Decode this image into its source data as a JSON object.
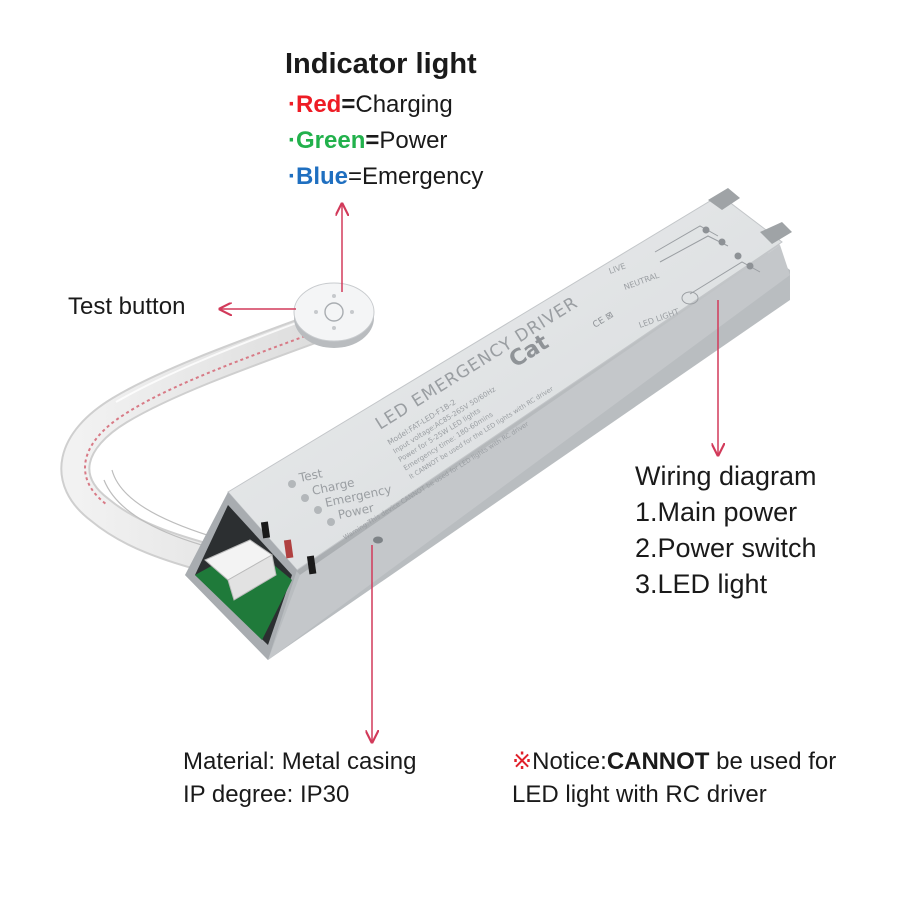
{
  "indicator": {
    "title": "Indicator light",
    "items": [
      {
        "bullet": "·",
        "color_word": "Red",
        "sep": "=",
        "meaning": "Charging",
        "color": "#ee1c25"
      },
      {
        "bullet": "·",
        "color_word": "Green",
        "sep": "=",
        "meaning": "Power",
        "color": "#22b14c"
      },
      {
        "bullet": "·",
        "color_word": "Blue",
        "sep": "=",
        "meaning": "Emergency",
        "color": "#1f6fc0"
      }
    ]
  },
  "test_button": {
    "label": "Test button"
  },
  "wiring": {
    "title": "Wiring diagram",
    "items": [
      "1.Main power",
      "2.Power switch",
      "3.LED light"
    ]
  },
  "material": {
    "line1": "Material: Metal casing",
    "line2": "IP degree: IP30"
  },
  "notice": {
    "mark": "※",
    "prefix": "Notice:",
    "strong": "CANNOT",
    "rest1": " be used for",
    "line2": "LED light with RC driver"
  },
  "device": {
    "brand": "Cat",
    "product_name": "LED EMERGENCY DRIVER",
    "model": "Model:FAT-LED-F1B-2",
    "specs": [
      "Input voltage:AC85-265V 50/60Hz",
      "Power for 5-25W LED lights",
      "Emergency time: 180-60mins"
    ],
    "note": "It CANNOT be used for the LED lights with RC driver",
    "warning": "Warning:This device CANNOT be used for LED lights with RC driver",
    "panel_labels": [
      "Test",
      "Charge",
      "Emergency",
      "Power"
    ],
    "terminal_labels": [
      "LIVE",
      "NEUTRAL",
      "LED LIGHT"
    ]
  },
  "colors": {
    "arrow": "#d23a5a",
    "casing": "#dcdee0",
    "casing_side": "#c3c6c9",
    "pcb": "#1f7a3a"
  }
}
